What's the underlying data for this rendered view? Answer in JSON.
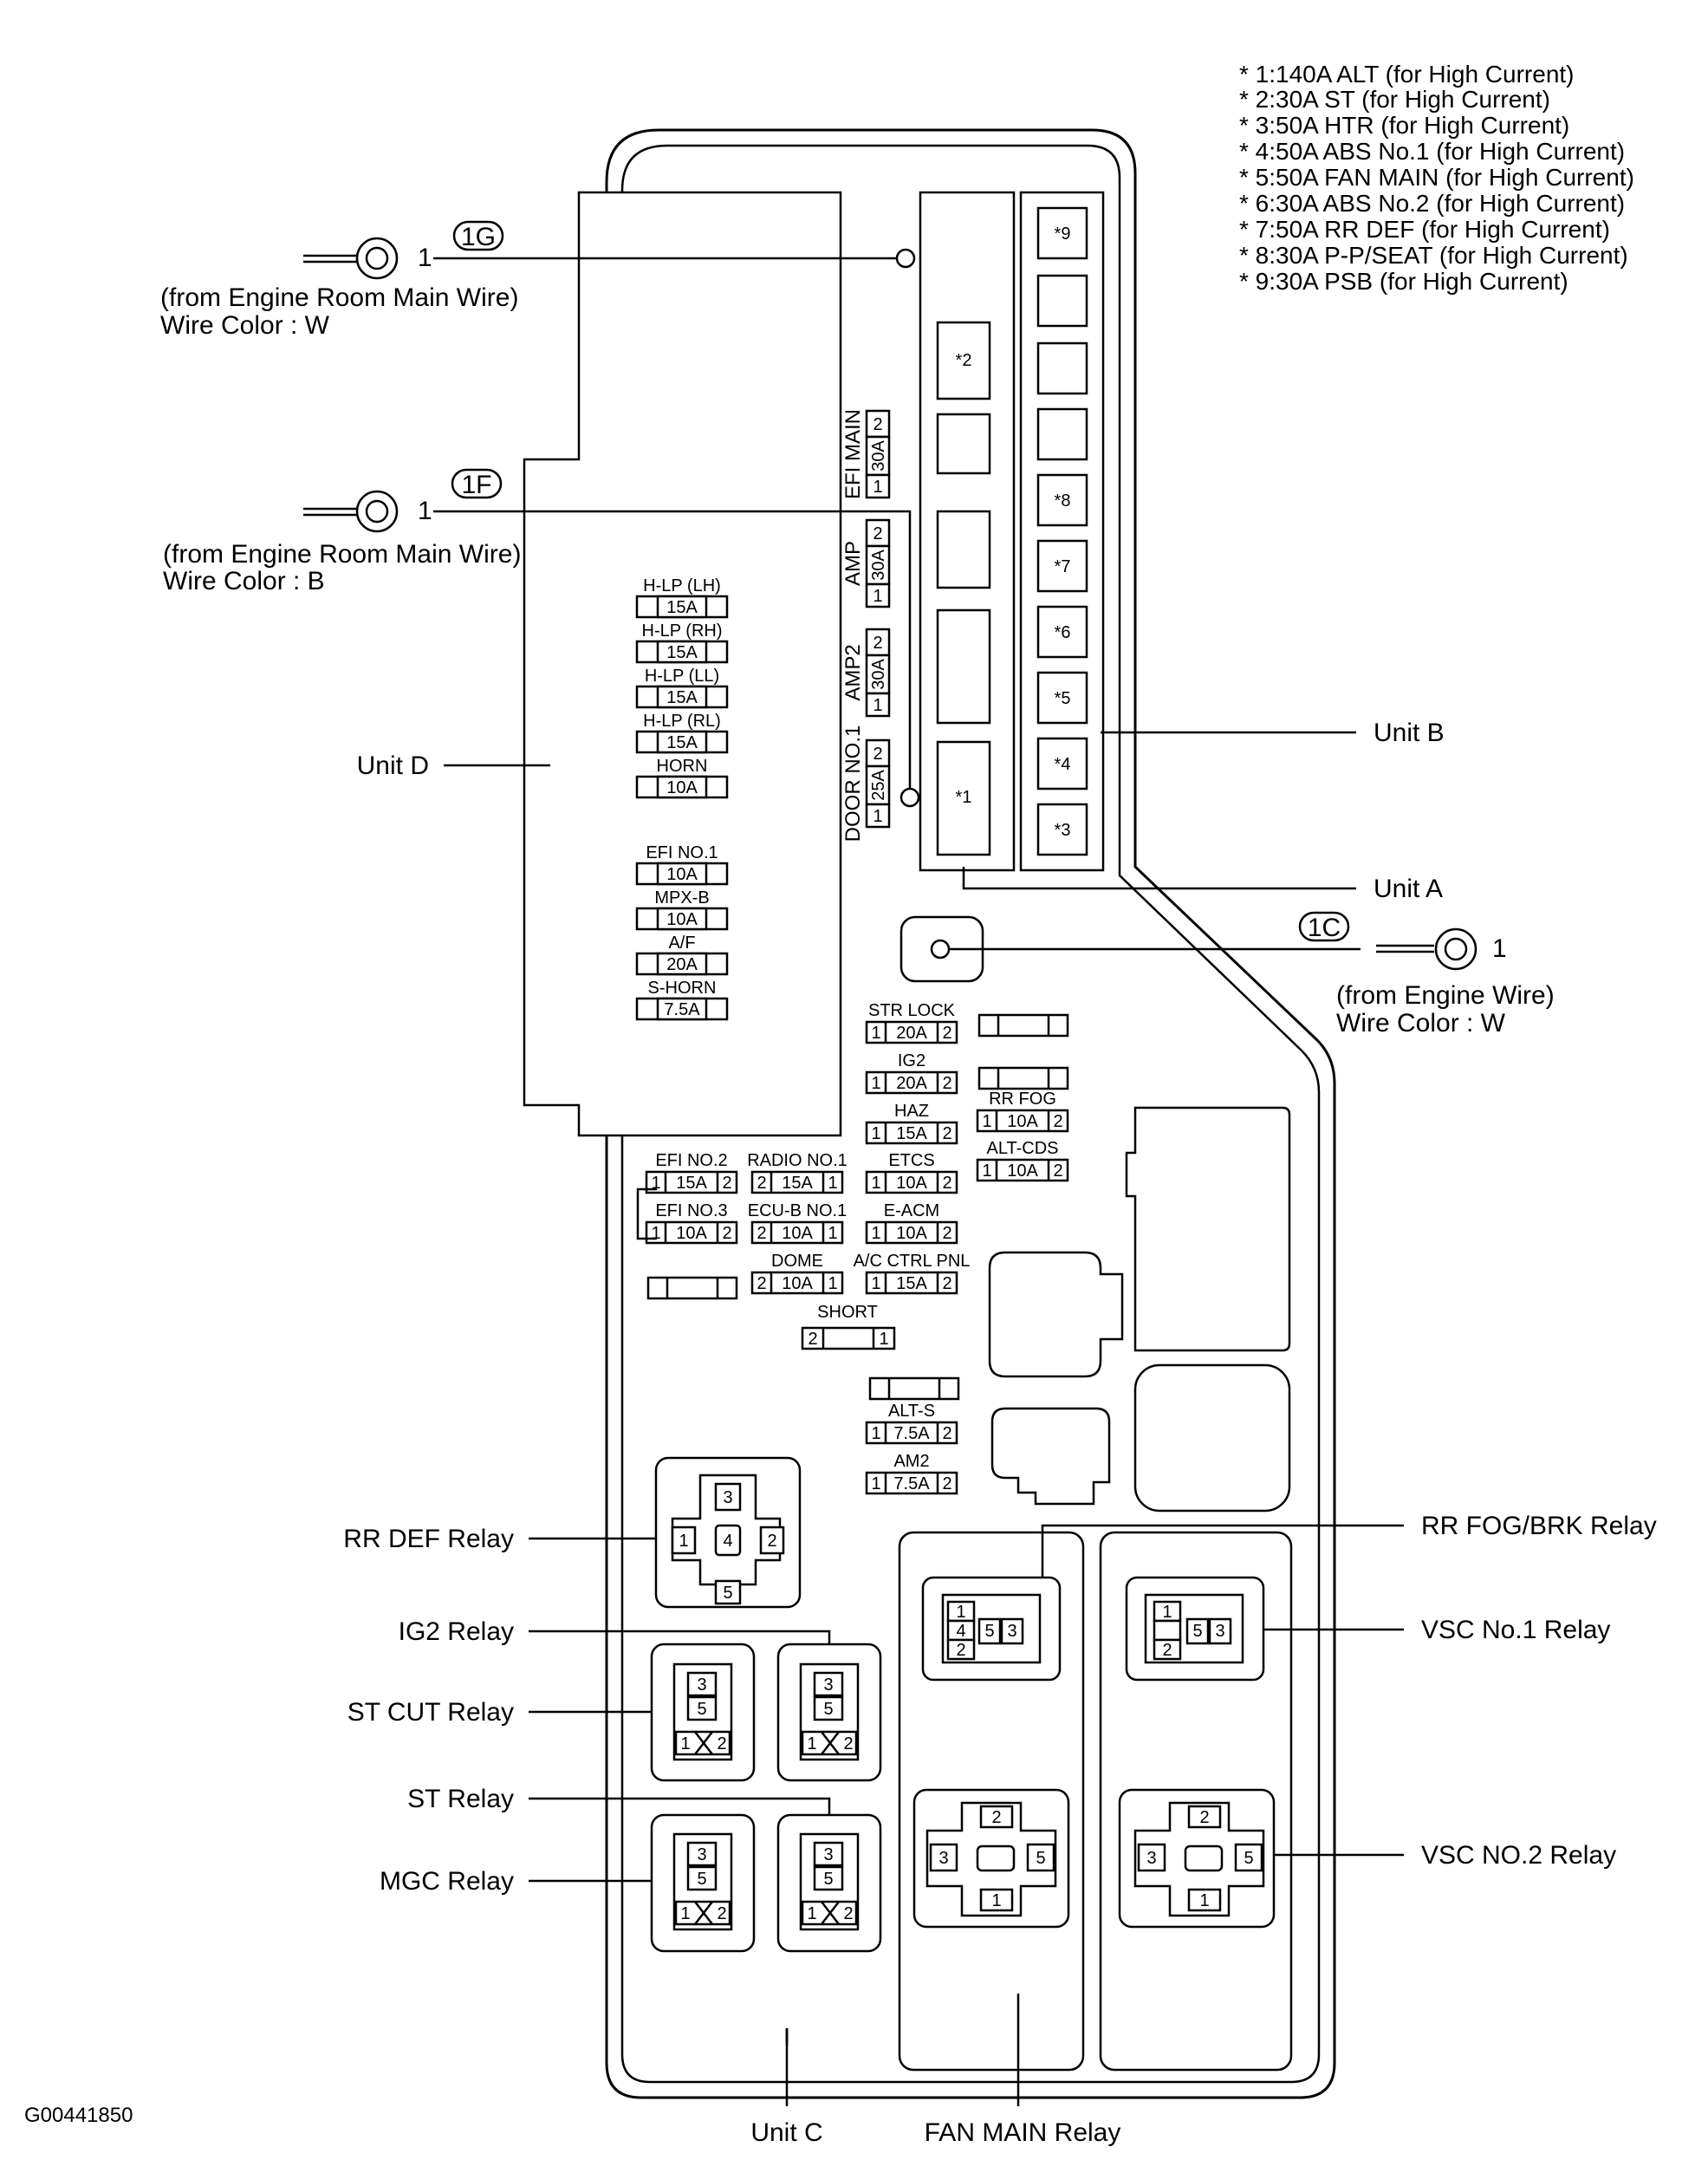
{
  "notes": [
    "* 1:140A ALT (for High Current)",
    "* 2:30A ST (for High Current)",
    "* 3:50A HTR (for High Current)",
    "* 4:50A ABS No.1 (for High Current)",
    "* 5:50A FAN MAIN (for High Current)",
    "* 6:30A ABS No.2 (for High Current)",
    "* 7:50A RR DEF (for High Current)",
    "* 8:30A P-P/SEAT (for High Current)",
    "* 9:30A PSB (for High Current)"
  ],
  "connectors": {
    "c1g": {
      "tag": "1G",
      "pin": "1",
      "from": "(from Engine Room Main Wire)",
      "color": "Wire Color : W"
    },
    "c1f": {
      "tag": "1F",
      "pin": "1",
      "from": "(from Engine Room Main Wire)",
      "color": "Wire Color : B"
    },
    "c1c": {
      "tag": "1C",
      "pin": "1",
      "from": "(from Engine Wire)",
      "color": "Wire Color : W"
    }
  },
  "units": {
    "a": "Unit A",
    "b": "Unit B",
    "c": "Unit C",
    "d": "Unit D"
  },
  "unit_b_fuses": [
    "*9",
    "",
    "",
    "",
    "*8",
    "*7",
    "*6",
    "*5",
    "*4",
    "*3"
  ],
  "unit_a_fuses": [
    "*2",
    "*1"
  ],
  "vertical_fuses": [
    {
      "name": "EFI MAIN",
      "amp": "30A",
      "p1": "1",
      "p2": "2"
    },
    {
      "name": "AMP",
      "amp": "30A",
      "p1": "1",
      "p2": "2"
    },
    {
      "name": "AMP2",
      "amp": "30A",
      "p1": "1",
      "p2": "2"
    },
    {
      "name": "DOOR NO.1",
      "amp": "25A",
      "p1": "1",
      "p2": "2"
    }
  ],
  "unit_d_fuses": [
    {
      "name": "H-LP (LH)",
      "amp": "15A"
    },
    {
      "name": "H-LP (RH)",
      "amp": "15A"
    },
    {
      "name": "H-LP (LL)",
      "amp": "15A"
    },
    {
      "name": "H-LP (RL)",
      "amp": "15A"
    },
    {
      "name": "HORN",
      "amp": "10A"
    },
    {
      "name": "EFI NO.1",
      "amp": "10A"
    },
    {
      "name": "MPX-B",
      "amp": "10A"
    },
    {
      "name": "A/F",
      "amp": "20A"
    },
    {
      "name": "S-HORN",
      "amp": "7.5A"
    }
  ],
  "mid_fuses": [
    {
      "name": "STR LOCK",
      "amp": "20A",
      "left": "1",
      "right": "2"
    },
    {
      "name": "IG2",
      "amp": "20A",
      "left": "1",
      "right": "2"
    },
    {
      "name": "HAZ",
      "amp": "15A",
      "left": "1",
      "right": "2"
    },
    {
      "name": "ETCS",
      "amp": "10A",
      "left": "1",
      "right": "2"
    },
    {
      "name": "E-ACM",
      "amp": "10A",
      "left": "1",
      "right": "2"
    },
    {
      "name": "A/C CTRL PNL",
      "amp": "15A",
      "left": "1",
      "right": "2"
    },
    {
      "name": "RR FOG",
      "amp": "10A",
      "left": "1",
      "right": "2"
    },
    {
      "name": "ALT-CDS",
      "amp": "10A",
      "left": "1",
      "right": "2"
    },
    {
      "name": "EFI NO.2",
      "amp": "15A",
      "left": "1",
      "right": "2"
    },
    {
      "name": "EFI NO.3",
      "amp": "10A",
      "left": "1",
      "right": "2"
    },
    {
      "name": "RADIO NO.1",
      "amp": "15A",
      "left": "2",
      "right": "1"
    },
    {
      "name": "ECU-B NO.1",
      "amp": "10A",
      "left": "2",
      "right": "1"
    },
    {
      "name": "DOME",
      "amp": "10A",
      "left": "2",
      "right": "1"
    },
    {
      "name": "ALT-S",
      "amp": "7.5A",
      "left": "1",
      "right": "2"
    },
    {
      "name": "AM2",
      "amp": "7.5A",
      "left": "1",
      "right": "2"
    }
  ],
  "short": {
    "name": "SHORT",
    "left": "2",
    "right": "1"
  },
  "relays": {
    "rr_def": "RR DEF Relay",
    "ig2": "IG2 Relay",
    "st_cut": "ST CUT Relay",
    "st": "ST Relay",
    "mgc": "MGC Relay",
    "rr_fog_brk": "RR FOG/BRK Relay",
    "vsc1": "VSC No.1 Relay",
    "vsc2": "VSC NO.2 Relay",
    "fan_main": "FAN MAIN Relay"
  },
  "pins": {
    "p1": "1",
    "p2": "2",
    "p3": "3",
    "p4": "4",
    "p5": "5"
  },
  "figure_id": "G00441850"
}
